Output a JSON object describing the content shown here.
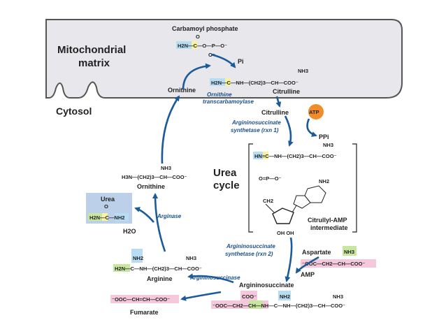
{
  "regions": {
    "mito": "Mitochondrial",
    "mito2": "matrix",
    "cytosol": "Cytosol"
  },
  "cycle": {
    "line1": "Urea",
    "line2": "cycle"
  },
  "labels": {
    "carbamoyl_phosphate": "Carbamoyl phosphate",
    "ornithine_top": "Ornithine",
    "citrulline_mito": "Citrulline",
    "citrulline_cyto": "Citrulline",
    "atp": "ATP",
    "ppi": "PPi",
    "pi": "Pi",
    "citrullyl_amp": "Citrullyl-AMP",
    "intermediate": "intermediate",
    "ornithine_left": "Ornithine",
    "urea": "Urea",
    "h2o": "H2O",
    "arginine": "Arginine",
    "aspartate": "Aspartate",
    "amp": "AMP",
    "argininosuccinate": "Argininosuccinate",
    "fumarate": "Fumarate"
  },
  "enzymes": {
    "otc1": "Ornithine",
    "otc2": "transcarbamoylase",
    "ass1a": "Argininosuccinate",
    "ass1b": "synthetase (rxn 1)",
    "ass2a": "Argininosuccinate",
    "ass2b": "synthetase (rxn 2)",
    "arginase": "Arginase",
    "asl": "Argininosuccinase"
  },
  "formulas": {
    "cp": "H2N—C—O—P—O⁻",
    "cp_o_top": "O",
    "cp_o_bot": "O⁻",
    "cit_mito": "H2N—C—NH—(CH2)3—CH—COO⁻",
    "cit_nh3": "NH3",
    "campa": "HN=C—NH—(CH2)3—CH—COO⁻",
    "campa_nh3": "NH3",
    "phosphate": "O=P—O⁻",
    "ch2": "CH2",
    "nh2": "NH2",
    "ohoh": "OH   OH",
    "orn": "H3N—(CH2)3—CH—COO⁻",
    "orn_nh3": "NH3",
    "urea": "H2N—C—NH2",
    "urea_o": "O",
    "arg": "H2N—C—NH—(CH2)3—CH—COO⁻",
    "arg_nh2": "NH2",
    "arg_nh3": "NH3",
    "asp": "⁻OOC—CH2—CH—COO⁻",
    "asp_nh3": "NH3",
    "asuc": "⁻OOC—CH2—CH—NH—C—NH—(CH2)3—CH—COO⁻",
    "asuc_coo": "COO⁻",
    "asuc_nh2": "NH2",
    "asuc_nh3": "NH3",
    "fum": "⁻OOC—CH=CH—COO⁻"
  },
  "colors": {
    "arrow": "#1b5b99",
    "atp": "#f28c28",
    "hl_blue": "#b8dcf2",
    "hl_green": "#c8e6a0",
    "hl_pink": "#f6c8dc",
    "hl_yellow": "#f7f3a0",
    "urea_box": "#bdd0ea",
    "mito_fill": "#e8e8ec"
  }
}
